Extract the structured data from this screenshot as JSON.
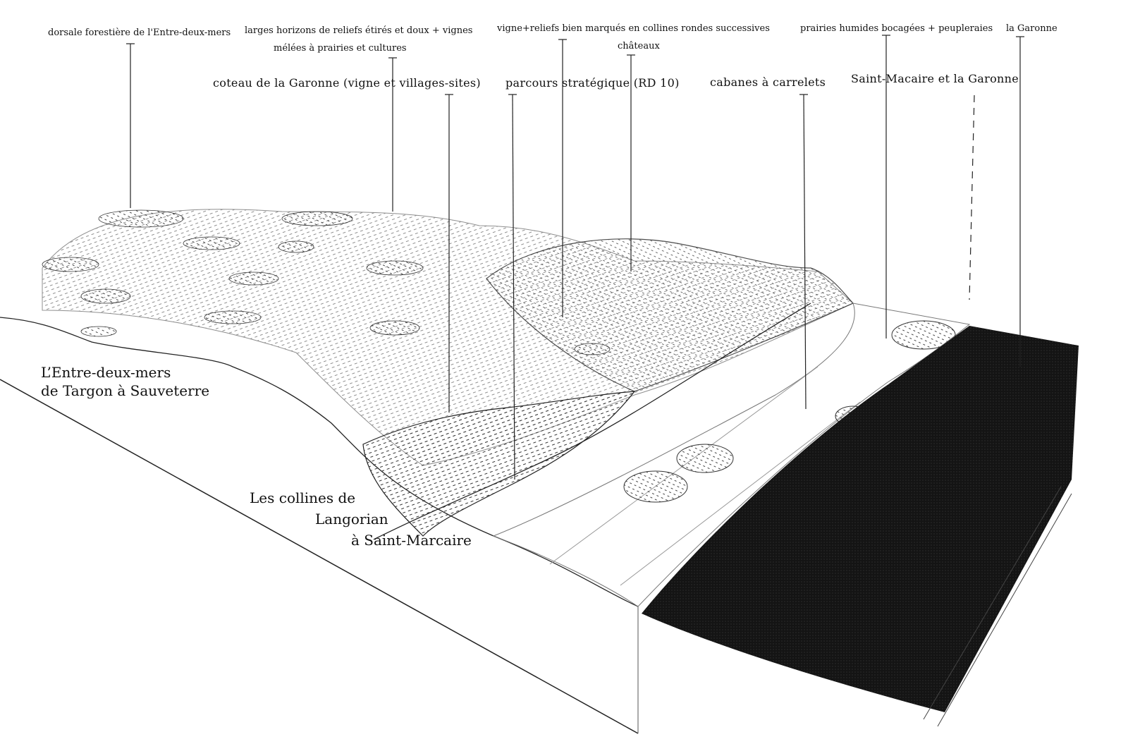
{
  "annotations_top": {
    "dorsale": "dorsale forestière de l'Entre-deux-mers",
    "larges_1": "larges horizons de  reliefs étirés et doux + vignes",
    "larges_2": "mélées à prairies et cultures",
    "vigne_reliefs": "vigne+reliefs bien marqués en collines rondes successives",
    "chateaux": "châteaux",
    "prairies": "prairies humides bocagées + peupleraies",
    "garonne": "la Garonne"
  },
  "annotations_mid": {
    "coteau": "coteau de la Garonne (vigne et villages-sites)",
    "parcours": "parcours stratégique (RD 10)",
    "cabanes": "cabanes à carrelets",
    "saint_macaire": "Saint-Macaire et la Garonne"
  },
  "regions": {
    "entre_deux_mers_1": "L’Entre-deux-mers",
    "entre_deux_mers_2": "de Targon à Sauveterre",
    "collines_1": "Les collines de",
    "collines_2": "Langorian",
    "collines_3": "à Saint-Marcaire"
  },
  "colors": {
    "ink": "#111111",
    "river": "#141414",
    "paper": "#ffffff"
  }
}
